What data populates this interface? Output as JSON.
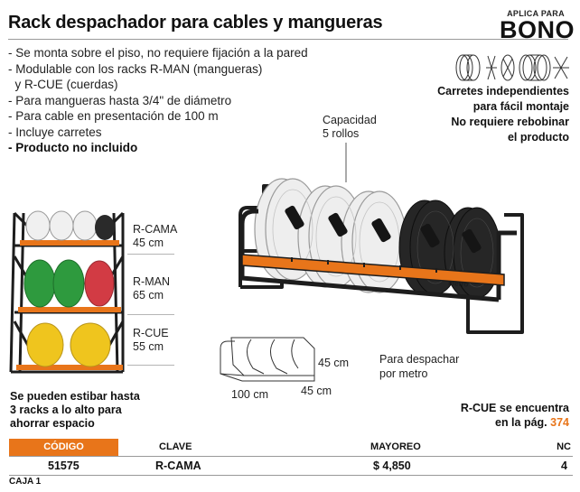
{
  "title": "Rack despachador para cables y mangueras",
  "badge": {
    "line1": "APLICA PARA",
    "line2": "BONO"
  },
  "features": [
    {
      "text": "- Se monta sobre el piso, no requiere fijación a la pared",
      "bold": false
    },
    {
      "text": "- Modulable con los racks R-MAN (mangueras)",
      "bold": false
    },
    {
      "text": "  y R-CUE (cuerdas)",
      "bold": false
    },
    {
      "text": "- Para mangueras hasta 3/4\" de diámetro",
      "bold": false
    },
    {
      "text": "- Para cable en presentación de 100 m",
      "bold": false
    },
    {
      "text": "- Incluye carretes",
      "bold": false
    },
    {
      "text": "- Producto no incluido",
      "bold": true
    }
  ],
  "reels_caption": [
    "Carretes independientes",
    "para fácil montaje",
    "No requiere rebobinar",
    "el producto"
  ],
  "capacity": {
    "line1": "Capacidad",
    "line2": "5 rollos"
  },
  "tiers": [
    {
      "name": "R-CAMA",
      "size": "45 cm"
    },
    {
      "name": "R-MAN",
      "size": "65 cm"
    },
    {
      "name": "R-CUE",
      "size": "55 cm"
    }
  ],
  "stack_note": [
    "Se pueden estibar hasta",
    "3 racks a lo alto para",
    "ahorrar espacio"
  ],
  "dimensions": {
    "height": "45 cm",
    "length": "100 cm",
    "depth": "45 cm"
  },
  "dispatch": {
    "line1": "Para despachar",
    "line2": "por metro"
  },
  "rack_brand": "metro",
  "rcue_note": {
    "line1": "R-CUE se encuentra",
    "line2_prefix": "en la pág. ",
    "page": "374"
  },
  "table": {
    "headers": {
      "codigo": "CÓDIGO",
      "clave": "CLAVE",
      "mayoreo": "MAYOREO",
      "nc": "NC"
    },
    "row": {
      "codigo": "51575",
      "clave": "R-CAMA",
      "mayoreo": "$ 4,850",
      "nc": "4"
    }
  },
  "caja": "CAJA 1",
  "colors": {
    "accent": "#e8751a",
    "rack_frame": "#1d1d1d",
    "hose_green": "#2e9a3e",
    "hose_red": "#d23b44",
    "rope_yellow": "#efc51e"
  }
}
